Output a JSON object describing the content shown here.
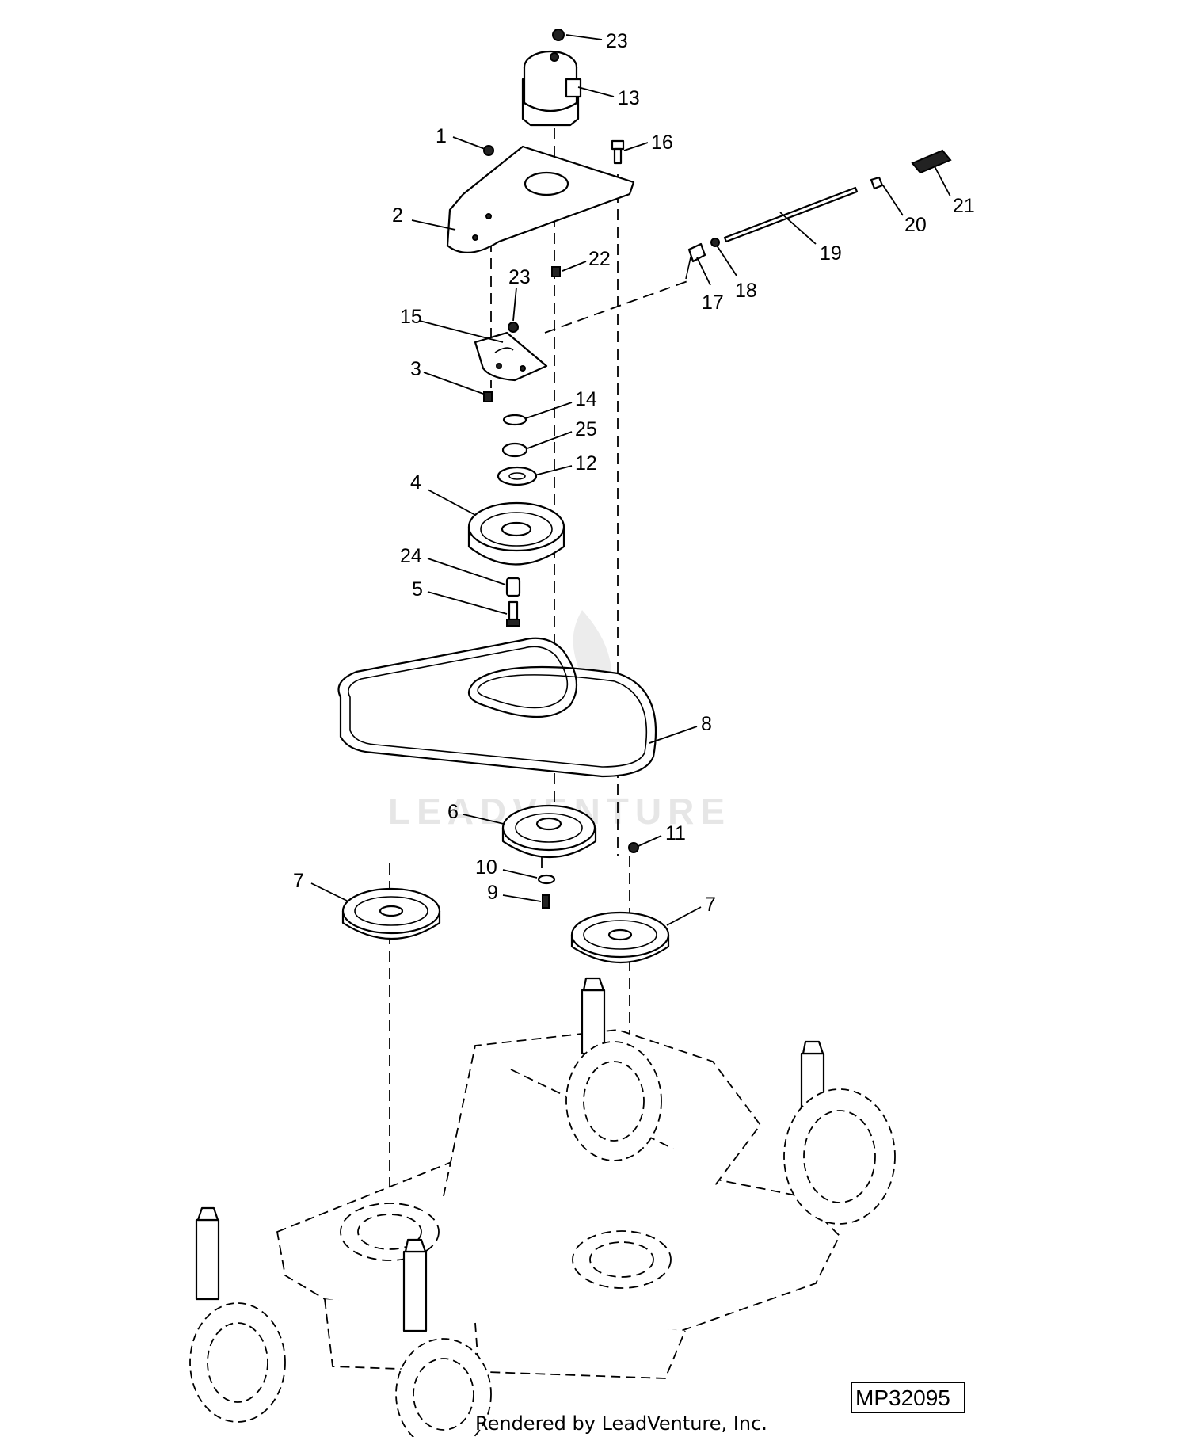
{
  "diagram": {
    "callouts": [
      {
        "id": "c23a",
        "label": "23"
      },
      {
        "id": "c13",
        "label": "13"
      },
      {
        "id": "c1",
        "label": "1"
      },
      {
        "id": "c16",
        "label": "16"
      },
      {
        "id": "c2",
        "label": "2"
      },
      {
        "id": "c21",
        "label": "21"
      },
      {
        "id": "c20",
        "label": "20"
      },
      {
        "id": "c19",
        "label": "19"
      },
      {
        "id": "c22",
        "label": "22"
      },
      {
        "id": "c23b",
        "label": "23"
      },
      {
        "id": "c17",
        "label": "17"
      },
      {
        "id": "c18",
        "label": "18"
      },
      {
        "id": "c15",
        "label": "15"
      },
      {
        "id": "c3",
        "label": "3"
      },
      {
        "id": "c14",
        "label": "14"
      },
      {
        "id": "c25",
        "label": "25"
      },
      {
        "id": "c12",
        "label": "12"
      },
      {
        "id": "c4",
        "label": "4"
      },
      {
        "id": "c24",
        "label": "24"
      },
      {
        "id": "c5",
        "label": "5"
      },
      {
        "id": "c8",
        "label": "8"
      },
      {
        "id": "c6",
        "label": "6"
      },
      {
        "id": "c11",
        "label": "11"
      },
      {
        "id": "c10",
        "label": "10"
      },
      {
        "id": "c9",
        "label": "9"
      },
      {
        "id": "c7a",
        "label": "7"
      },
      {
        "id": "c7b",
        "label": "7"
      }
    ],
    "watermark": "LEADVENTURE",
    "figure_code": "MP32095",
    "credit": "Rendered by LeadVenture, Inc."
  }
}
